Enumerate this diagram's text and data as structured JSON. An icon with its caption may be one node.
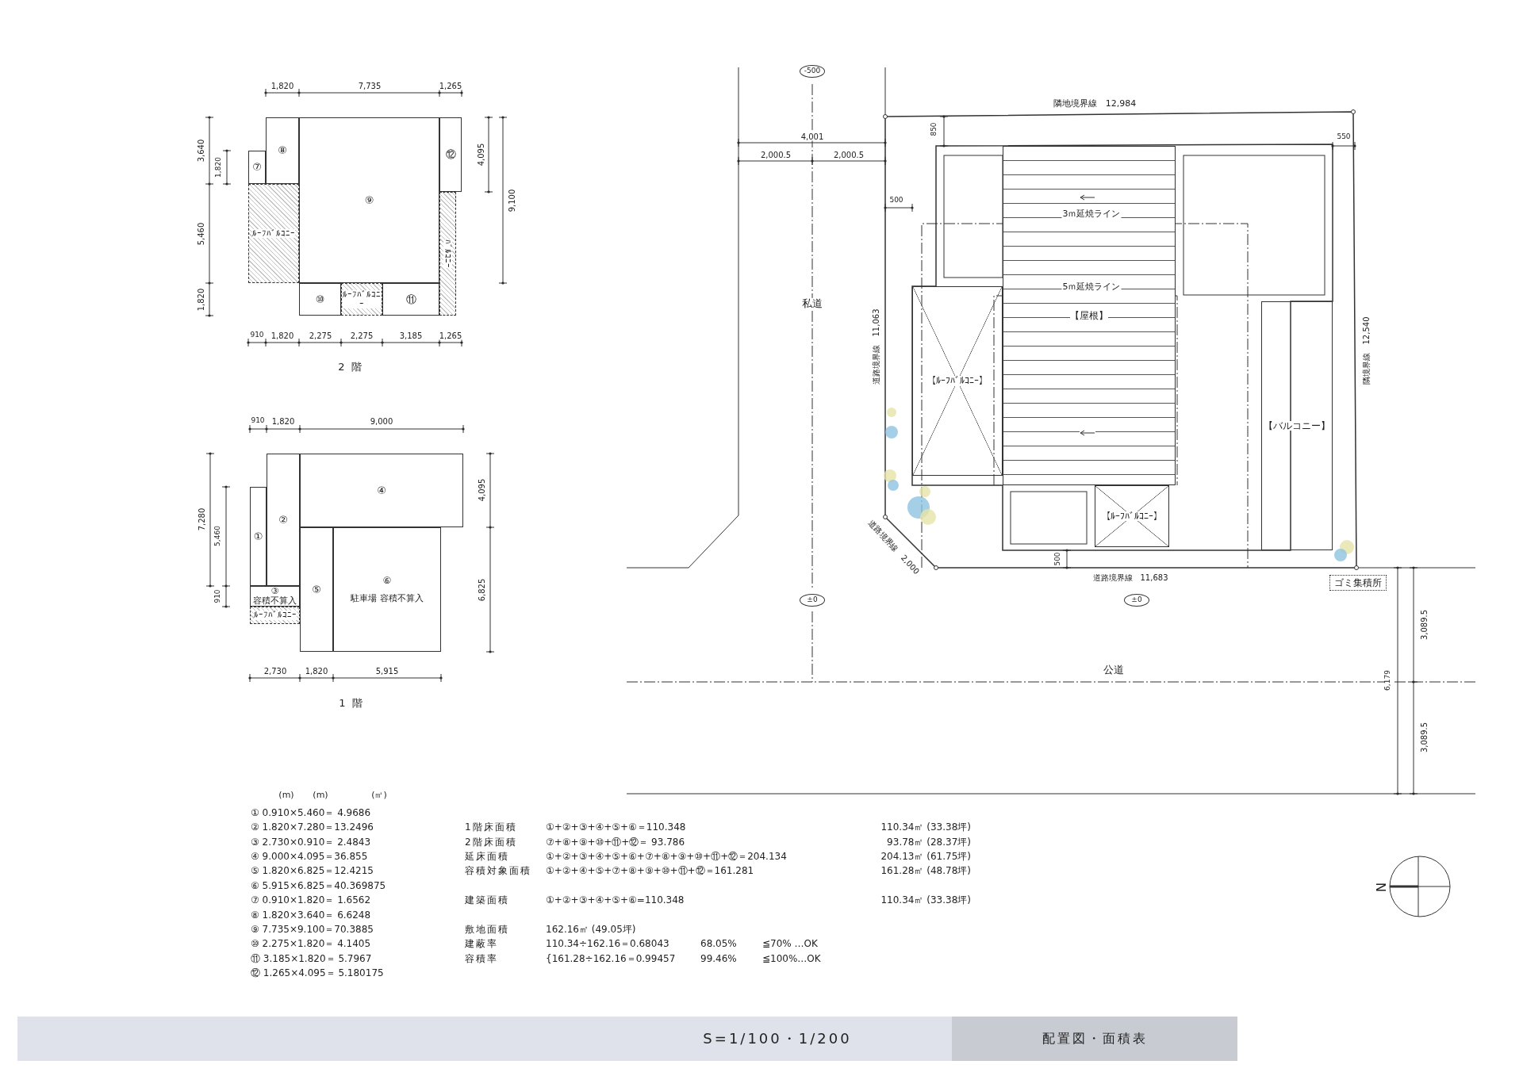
{
  "diagram": {
    "nodes": [
      {
        "text": [
          "⑦"
        ]
      },
      {
        "text": [
          "⑧"
        ]
      },
      {
        "text": [
          "⑨"
        ]
      },
      {
        "text": [
          "⑫"
        ]
      },
      {
        "text": [
          "ﾙｰﾌﾊﾞﾙｺﾆｰ"
        ]
      },
      {
        "text": [
          "ﾊﾞﾙｺﾆｰ"
        ]
      },
      {
        "text": [
          "⑩"
        ]
      },
      {
        "text": [
          "ﾙｰﾌﾊﾞﾙｺﾆｰ"
        ]
      },
      {
        "text": [
          "⑪"
        ]
      },
      {
        "text": [
          "④"
        ]
      },
      {
        "text": [
          "②"
        ]
      },
      {
        "text": [
          "①"
        ]
      },
      {
        "text": [
          "③",
          "容積不算入"
        ]
      },
      {
        "text": [
          "ﾙｰﾌﾊﾞﾙｺﾆｰ"
        ]
      },
      {
        "text": [
          "⑤"
        ]
      },
      {
        "text": [
          "⑥",
          "駐車場 容積不算入"
        ]
      },
      {
        "text": [
          "-500"
        ]
      },
      {
        "text": [
          "【屋根】"
        ]
      },
      {
        "text": [
          "【ﾙｰﾌﾊﾞﾙｺﾆｰ】"
        ]
      },
      {
        "text": [
          "【バルコニー】"
        ]
      },
      {
        "text": [
          "【ﾙｰﾌﾊﾞﾙｺﾆｰ】"
        ]
      },
      {
        "text": [
          "ゴミ集積所"
        ]
      },
      {
        "text": [
          "±0"
        ]
      },
      {
        "text": [
          "±0"
        ]
      }
    ],
    "labels": [
      "1,820",
      "7,735",
      "1,265",
      "3,640",
      "1,820",
      "5,460",
      "1,820",
      "4,095",
      "9,100",
      "910",
      "1,820",
      "2,275",
      "2,275",
      "3,185",
      "1,265",
      "2 階",
      "910",
      "1,820",
      "9,000",
      "7,280",
      "5,460",
      "910",
      "4,095",
      "6,825",
      "2,730",
      "1,820",
      "5,915",
      "1 階",
      "隣地境界線　12,984",
      "4,001",
      "2,000.5",
      "2,000.5",
      "850",
      "550",
      "500",
      "3ｍ延焼ライン",
      "5ｍ延焼ライン",
      "私道",
      "道路境界線　11,063",
      "隣境界線　12,540",
      "道路境界線　2,000",
      "500",
      "道路境界線　11,683",
      "公道",
      "3,089.5",
      "6,179",
      "3,089.5",
      "N",
      "(m)",
      "(m)",
      "(㎡)",
      "① 0.910×5.460＝ 4.9686",
      "② 1.820×7.280＝13.2496",
      "1階床面積",
      "①+②+③+④+⑤+⑥＝110.348",
      "110.34㎡ (33.38坪)",
      "③ 2.730×0.910＝ 2.4843",
      "2階床面積",
      "⑦+⑧+⑨+⑩+⑪+⑫＝ 93.786",
      "93.78㎡ (28.37坪)",
      "④ 9.000×4.095＝36.855",
      "延床面積",
      "①+②+③+④+⑤+⑥+⑦+⑧+⑨+⑩+⑪+⑫＝204.134",
      "204.13㎡ (61.75坪)",
      "⑤ 1.820×6.825＝12.4215",
      "容積対象面積",
      "①+②+④+⑤+⑦+⑧+⑨+⑩+⑪+⑫＝161.281",
      "161.28㎡ (48.78坪)",
      "⑥ 5.915×6.825＝40.369875",
      "⑦ 0.910×1.820＝ 1.6562",
      "建築面積",
      "①+②+③+④+⑤+⑥=110.348",
      "110.34㎡ (33.38坪)",
      "⑧ 1.820×3.640＝ 6.6248",
      "⑨ 7.735×9.100＝70.3885",
      "敷地面積",
      "162.16㎡ (49.05坪)",
      "⑩ 2.275×1.820＝ 4.1405",
      "建蔽率",
      "110.34÷162.16＝0.68043",
      "68.05%",
      "≦70% …OK",
      "⑪ 3.185×1.820＝ 5.7967",
      "容積率",
      "{161.28÷162.16＝0.99457",
      "99.46%",
      "≦100%…OK",
      "⑫ 1.265×4.095＝ 5.180175",
      "S=1/100・1/200",
      "配置図・面積表"
    ]
  }
}
